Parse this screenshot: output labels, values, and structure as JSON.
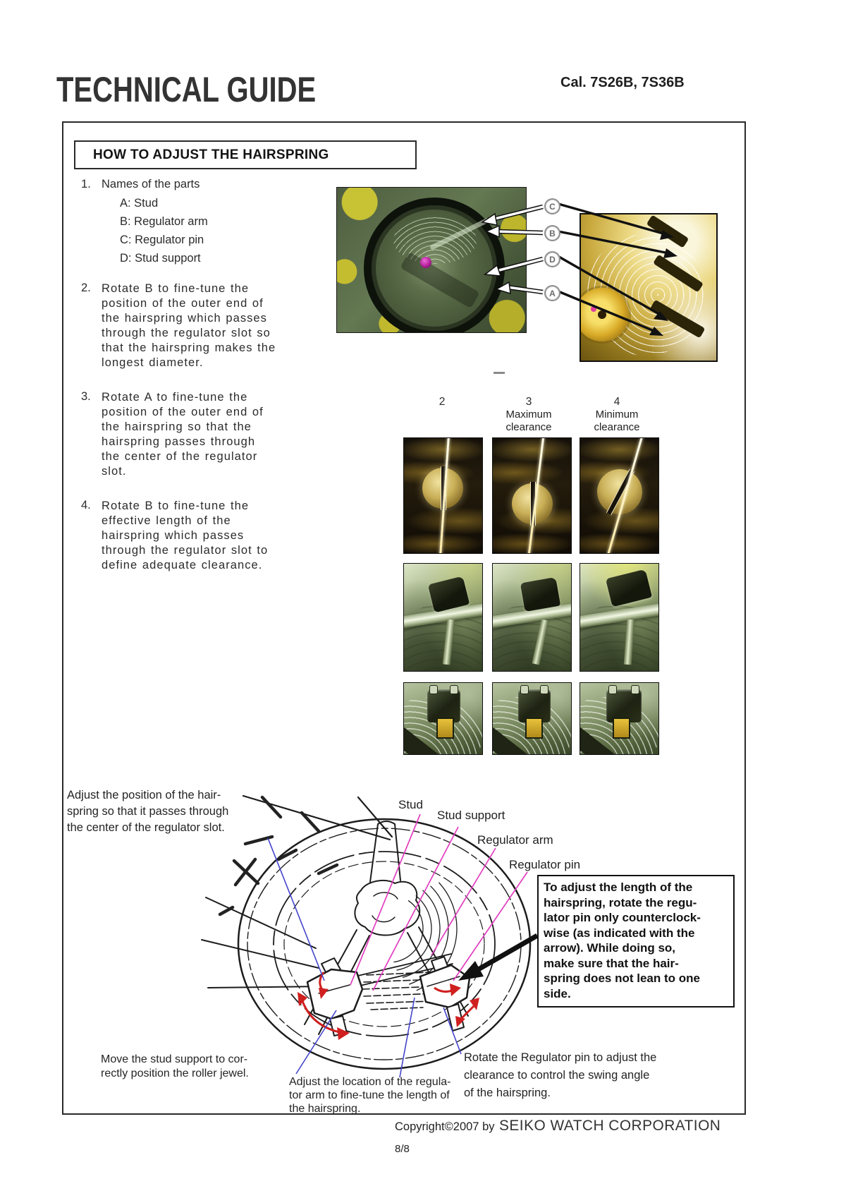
{
  "page": {
    "title": "TECHNICAL GUIDE",
    "caliber": "Cal. 7S26B, 7S36B",
    "section_title": "HOW TO ADJUST THE HAIRSPRING",
    "copyright_prefix": "Copyright©2007 by",
    "copyright_company": "SEIKO WATCH CORPORATION",
    "page_number": "8/8"
  },
  "parts_list": {
    "number": "1.",
    "title": "Names of the parts",
    "items": [
      "A: Stud",
      "B: Regulator arm",
      "C: Regulator pin",
      "D: Stud support"
    ]
  },
  "steps": [
    {
      "number": "2.",
      "text": "Rotate B to fine-tune the\nposition of the outer end of\nthe hairspring which passes\nthrough the regulator slot so\nthat the hairspring makes the\nlongest diameter."
    },
    {
      "number": "3.",
      "text": "Rotate A to fine-tune the\nposition of the outer end of\nthe hairspring so that the\nhairspring passes through\nthe center of the regulator\nslot."
    },
    {
      "number": "4.",
      "text": "Rotate B to fine-tune the\neffective length of the\nhairspring which passes\nthrough the regulator slot to\ndefine adequate clearance."
    }
  ],
  "photo_labels": {
    "callouts": [
      "C",
      "B",
      "D",
      "A"
    ],
    "columns": [
      {
        "number": "2",
        "caption": ""
      },
      {
        "number": "3",
        "caption": "Maximum\nclearance"
      },
      {
        "number": "4",
        "caption": "Minimum\nclearance"
      }
    ]
  },
  "diagram": {
    "labels": {
      "stud": "Stud",
      "stud_support": "Stud support",
      "regulator_arm": "Regulator arm",
      "regulator_pin": "Regulator pin"
    },
    "note_box": "To adjust the length of the\nhairspring, rotate the regu-\nlator pin only counterclock-\nwise (as indicated with the\narrow).  While doing so,\nmake sure that the hair-\nspring does not lean to one\nside.",
    "annotations": {
      "top_left": "Adjust the position of the hair-\nspring so that it passes through\nthe center of the regulator slot.",
      "bottom_left": "Move the stud support to cor-\nrectly position the roller jewel.",
      "bottom_middle": "Adjust the location of the regula-\ntor arm to fine-tune the length of\nthe hairspring.",
      "bottom_right": "Rotate the Regulator pin to adjust the\nclearance to control the swing angle\nof the hairspring."
    }
  },
  "colors": {
    "leader_magenta": "#e23ec0",
    "leader_blue": "#4444cc",
    "arrow_red": "#cf1f1f"
  }
}
